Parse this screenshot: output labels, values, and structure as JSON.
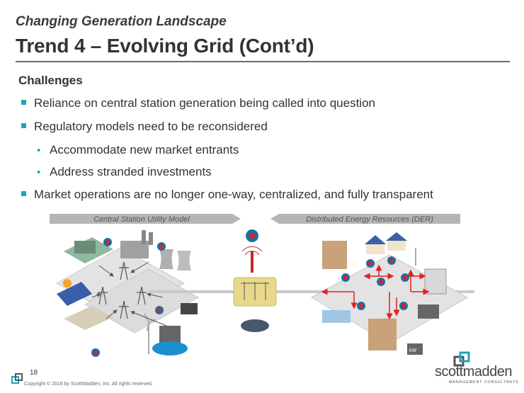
{
  "header": {
    "subtitle": "Changing Generation Landscape",
    "title": "Trend 4 – Evolving Grid (Cont’d)"
  },
  "content": {
    "heading": "Challenges",
    "bullets": [
      "Reliance on central station generation being called into question",
      "Regulatory models need to be reconsidered",
      "Market operations are no longer one-way, centralized, and fully transparent"
    ],
    "sub_bullets": [
      "Accommodate new market entrants",
      "Address stranded investments"
    ]
  },
  "diagram": {
    "left_arrow_label": "Central Station Utility Model",
    "right_arrow_label": "Distributed Energy Resources (DER)",
    "colors": {
      "arrow": "#b5b5b5",
      "power_flow": "#555555",
      "der_flow": "#e02020",
      "platform": "#e8d88a",
      "meter": "#1b6ea8"
    }
  },
  "footer": {
    "page_number": "18",
    "copyright": "Copyright © 2016 by ScottMadden, Inc. All rights reserved.",
    "brand": "scottmadden",
    "brand_sub": "MANAGEMENT CONSULTANTS"
  }
}
